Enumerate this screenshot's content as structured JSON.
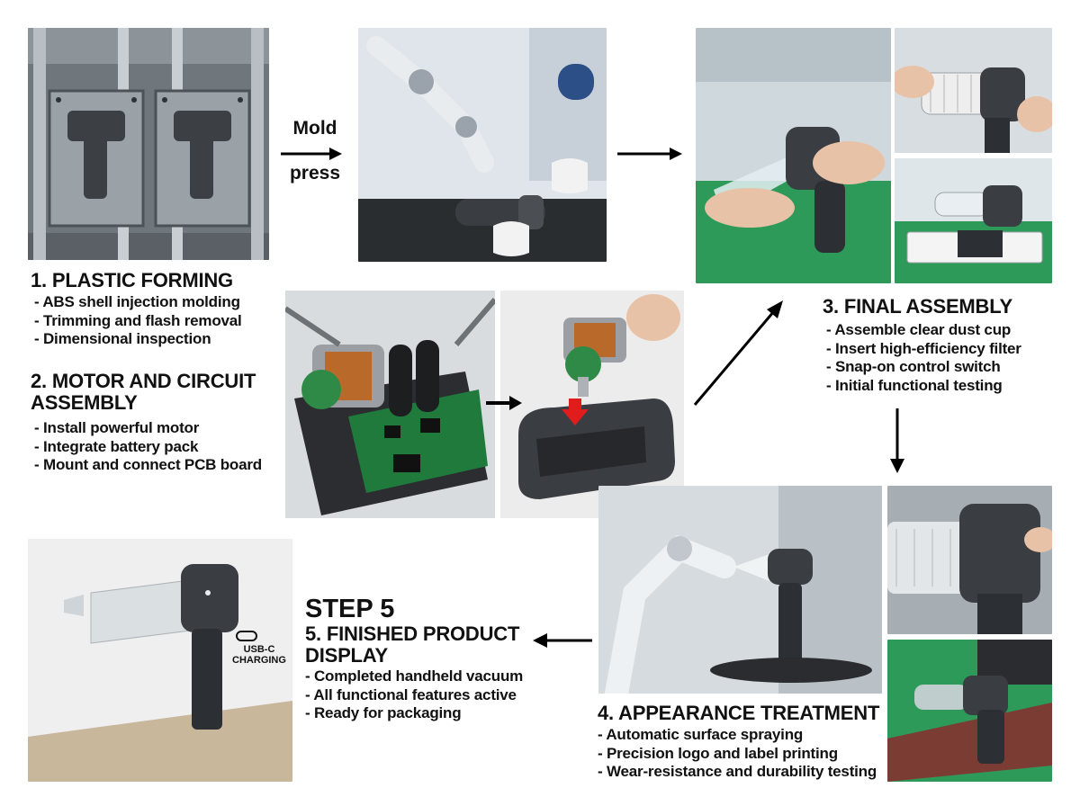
{
  "colors": {
    "text": "#111111",
    "arrow": "#000000",
    "background": "#ffffff",
    "indicator_red": "#e01c1c",
    "pcb_green": "#1f7a3c",
    "bench_green": "#2e9a5a"
  },
  "steps": [
    {
      "heading": "1. PLASTIC FORMING",
      "items": [
        "ABS shell injection molding",
        "Trimming and flash removal",
        "Dimensional inspection"
      ]
    },
    {
      "heading_line1": "2. MOTOR AND CIRCUIT",
      "heading_line2": "ASSEMBLY",
      "items": [
        "Install powerful motor",
        "Integrate battery pack",
        "Mount and connect PCB board"
      ]
    },
    {
      "heading": "3. FINAL ASSEMBLY",
      "items": [
        "Assemble clear dust cup",
        "Insert high-efficiency filter",
        "Snap-on control switch",
        "Initial functional testing"
      ]
    },
    {
      "heading": "4. APPEARANCE TREATMENT",
      "items": [
        "Automatic surface spraying",
        "Precision logo and label printing",
        "Wear-resistance and durability testing"
      ]
    },
    {
      "label": "STEP 5",
      "heading_line1": "5. FINISHED PRODUCT",
      "heading_line2": "DISPLAY",
      "items": [
        "Completed handheld vacuum",
        "All functional features active",
        "Ready for packaging"
      ]
    }
  ],
  "arrow_label": {
    "line1": "Mold",
    "line2": "press"
  },
  "product_badge": {
    "line1": "USB-C",
    "line2": "CHARGING"
  },
  "icons": [
    "arrow-right-icon",
    "arrow-diagonal-up-icon",
    "arrow-down-icon",
    "arrow-left-icon",
    "usb-c-icon"
  ]
}
